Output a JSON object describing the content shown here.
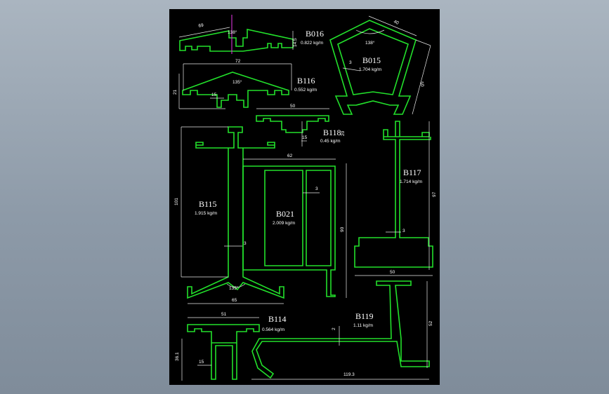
{
  "colors": {
    "background": "#8d9aa8",
    "sheet": "#000000",
    "profile": "#22e02b",
    "dimension": "#e8e8e8",
    "centerline": "#d535d5"
  },
  "profiles": [
    {
      "id": "B016",
      "weight": "0.822 kg/m",
      "dims": [
        "69",
        "138°",
        "14.5"
      ]
    },
    {
      "id": "B015",
      "weight": "1.704 kg/m",
      "dims": [
        "40",
        "138°",
        "3",
        "50"
      ]
    },
    {
      "id": "B116",
      "weight": "0.552 kg/m",
      "dims": [
        "72",
        "135°",
        "15",
        "21"
      ]
    },
    {
      "id": "B118",
      "weight": "0.45 kg/m",
      "dims": [
        "50",
        "15",
        "20"
      ]
    },
    {
      "id": "B117",
      "weight": "1.714 kg/m",
      "dims": [
        "97",
        "3",
        "50"
      ]
    },
    {
      "id": "B115",
      "weight": "1.915 kg/m",
      "dims": [
        "101",
        "3",
        "135°",
        "65"
      ]
    },
    {
      "id": "B021",
      "weight": "2.009 kg/m",
      "dims": [
        "62",
        "3",
        "90"
      ]
    },
    {
      "id": "B114",
      "weight": "0.564 kg/m",
      "dims": [
        "51",
        "36.1",
        "15"
      ]
    },
    {
      "id": "B119",
      "weight": "1.11 kg/m",
      "dims": [
        "2",
        "52",
        "119.3"
      ]
    }
  ]
}
